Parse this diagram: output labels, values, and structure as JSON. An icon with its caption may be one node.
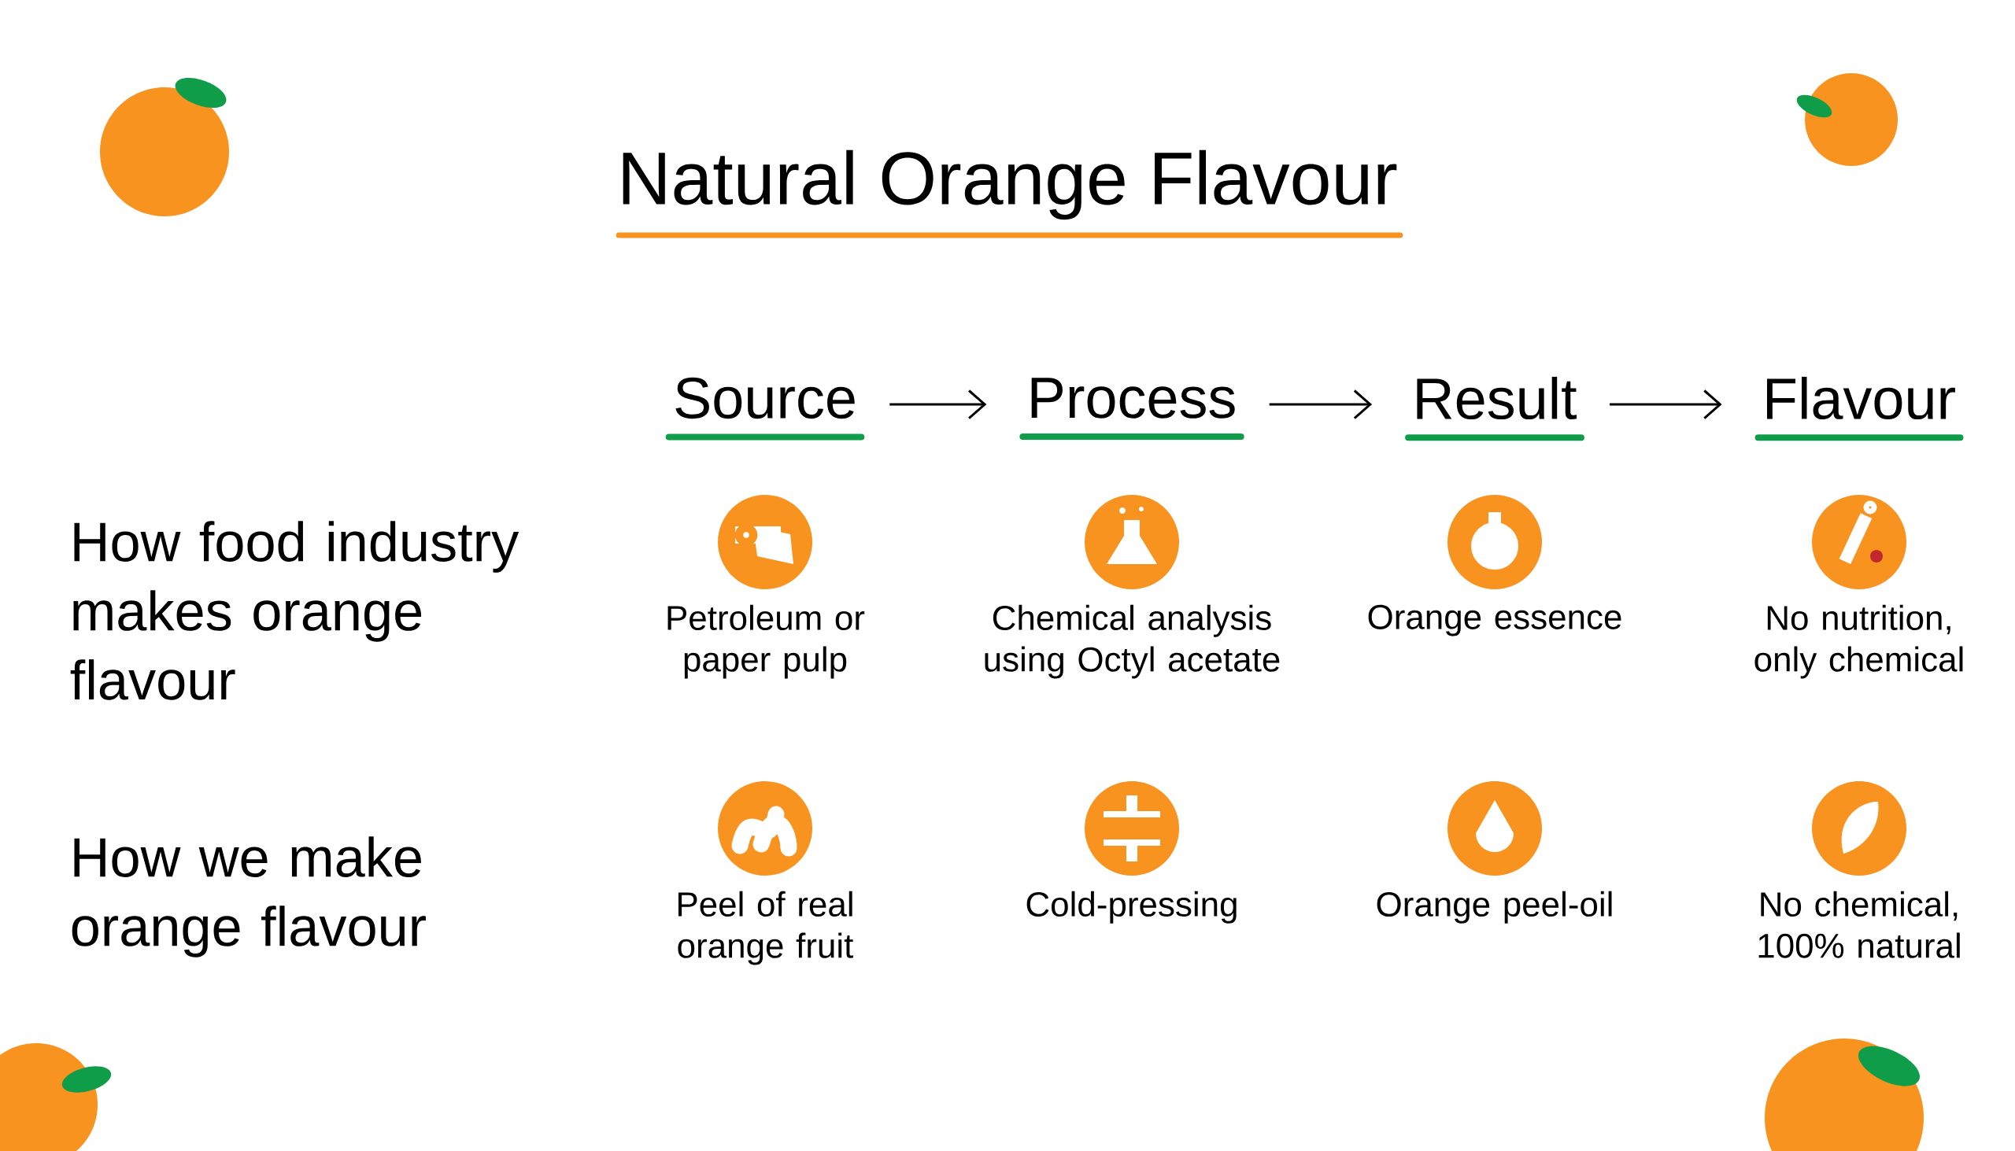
{
  "diagram": {
    "title": "Natural Orange Flavour",
    "nodes": [
      {
        "text": [
          "Source"
        ]
      },
      {
        "text": [
          "Process"
        ]
      },
      {
        "text": [
          "Result"
        ]
      },
      {
        "text": [
          "Flavour"
        ]
      },
      {
        "text": [
          "Petroleum or paper pulp"
        ]
      },
      {
        "text": [
          "Chemical analysis using Octyl acetate"
        ]
      },
      {
        "text": [
          "Orange essence"
        ]
      },
      {
        "text": [
          "No nutrition, only chemical"
        ]
      },
      {
        "text": [
          "Peel of real orange fruit"
        ]
      },
      {
        "text": [
          "Cold-pressing"
        ]
      },
      {
        "text": [
          "Orange peel-oil"
        ]
      },
      {
        "text": [
          "No chemical, 100% natural"
        ]
      }
    ],
    "edges": [
      {
        "from": 0,
        "to": 1,
        "arrow": "to"
      },
      {
        "from": 1,
        "to": 2,
        "arrow": "to"
      },
      {
        "from": 2,
        "to": 3,
        "arrow": "to"
      }
    ],
    "labels": [
      "How food industry makes orange flavour",
      "How we make orange flavour"
    ]
  }
}
